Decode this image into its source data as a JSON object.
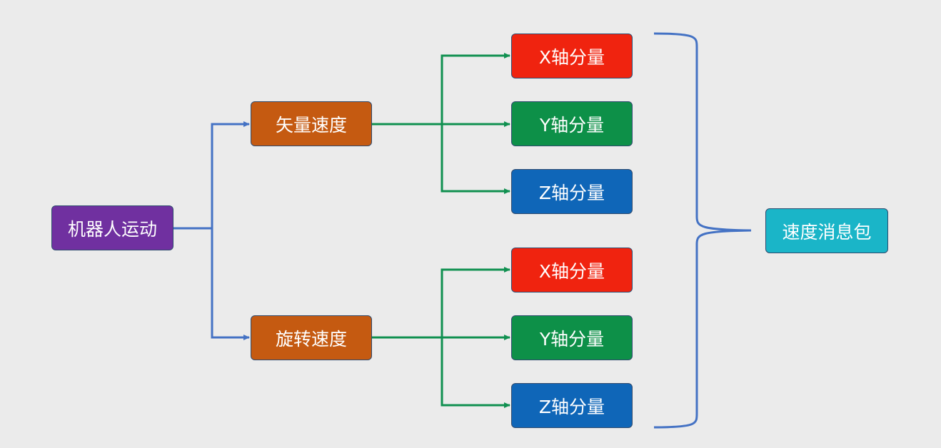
{
  "colors": {
    "background": "#ebebeb",
    "root_fill": "#7030a0",
    "mid_fill": "#c55a11",
    "x_fill": "#f0230f",
    "y_fill": "#0d9048",
    "z_fill": "#0f66b8",
    "result_fill": "#1ab5c8",
    "blue_line": "#4472c4",
    "green_line": "#109050",
    "border": "#2f4a6e"
  },
  "diagram": {
    "root": {
      "label": "机器人运动"
    },
    "branches": [
      {
        "label": "矢量速度",
        "components": [
          {
            "label": "X轴分量",
            "axis": "x"
          },
          {
            "label": "Y轴分量",
            "axis": "y"
          },
          {
            "label": "Z轴分量",
            "axis": "z"
          }
        ]
      },
      {
        "label": "旋转速度",
        "components": [
          {
            "label": "X轴分量",
            "axis": "x"
          },
          {
            "label": "Y轴分量",
            "axis": "y"
          },
          {
            "label": "Z轴分量",
            "axis": "z"
          }
        ]
      }
    ],
    "result": {
      "label": "速度消息包"
    }
  }
}
